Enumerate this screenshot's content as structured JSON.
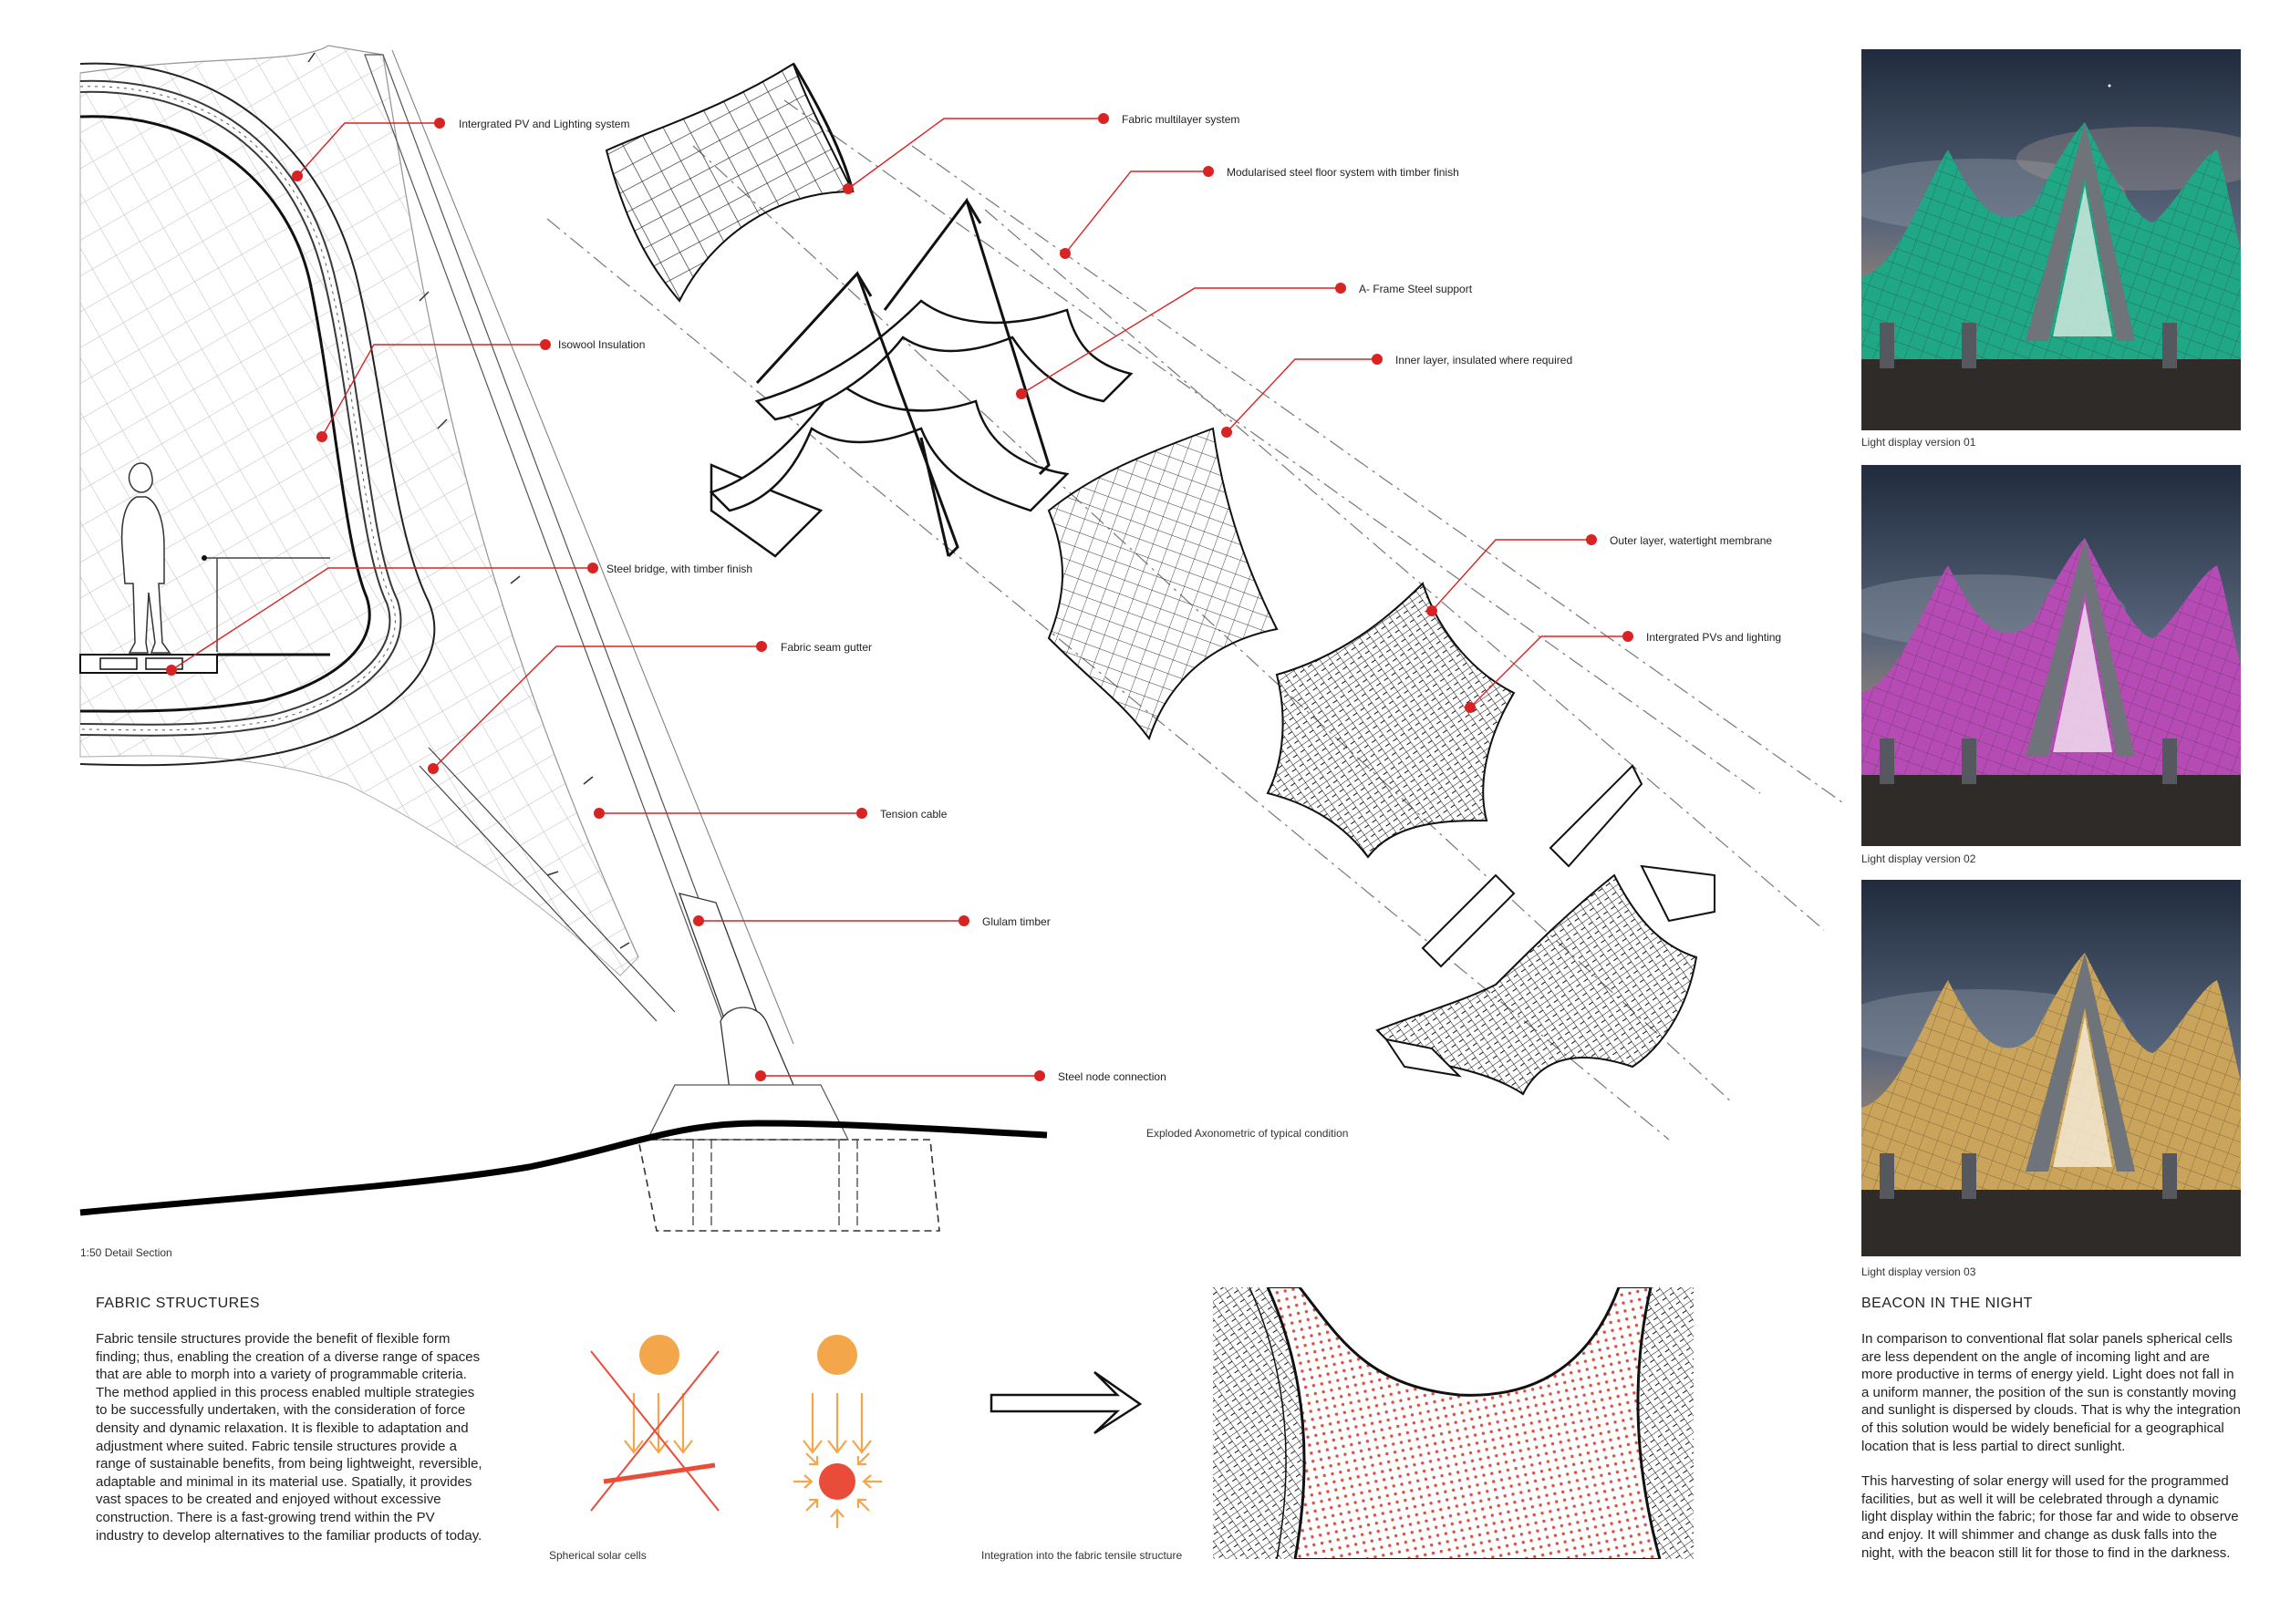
{
  "colors": {
    "accent_red": "#d92323",
    "sun_orange": "#f3a64a",
    "cell_red": "#ea4c3a",
    "light_v1": "#1fa786",
    "light_v2": "#b64bb5",
    "light_v3": "#c9a45a"
  },
  "section": {
    "scale_caption": "1:50 Detail Section",
    "callouts": [
      "Intergrated PV and Lighting system",
      "Isowool Insulation",
      "Steel bridge, with timber finish",
      "Fabric seam gutter",
      "Tension cable",
      "Glulam timber",
      "Steel node connection"
    ]
  },
  "axonometric": {
    "caption": "Exploded Axonometric of typical condition",
    "callouts": [
      "Fabric multilayer system",
      "Modularised steel floor system with timber finish",
      "A- Frame Steel support",
      "Inner layer, insulated where required",
      "Outer layer, watertight membrane",
      "Intergrated PVs and lighting"
    ]
  },
  "renders": [
    {
      "caption": "Light display version 01"
    },
    {
      "caption": "Light display version 02"
    },
    {
      "caption": "Light display version 03"
    }
  ],
  "fabric_structures": {
    "heading": "FABRIC STRUCTURES",
    "body": "Fabric tensile structures provide the benefit of flexible form finding; thus, enabling the creation of a diverse range of spaces that are able to morph into a variety of programmable criteria. The method applied in this process enabled multiple strategies to be successfully undertaken, with the consideration of force density and dynamic relaxation. It is flexible to adaptation and adjustment where suited. Fabric tensile structures provide a range of sustainable benefits, from being lightweight, reversible, adaptable and minimal in its material use. Spatially, it provides vast spaces to be created and enjoyed without excessive construction. There is a fast-growing trend within the PV industry to develop alternatives to the familiar products of today."
  },
  "diagrams": {
    "solar_caption": "Spherical solar cells",
    "integration_caption": "Integration into the fabric tensile structure"
  },
  "beacon": {
    "heading": "BEACON IN THE NIGHT",
    "para1": "In comparison to conventional flat solar panels spherical cells are less dependent on the angle of incoming light and are more productive in terms of energy yield. Light does not fall in a uniform manner, the position of the sun is constantly moving and sunlight is dispersed by clouds. That is why the integration of this solution would be widely beneficial for a geographical location that is less partial to direct sunlight.",
    "para2": "This harvesting of solar energy will used for the programmed facilities, but as well it will be celebrated through a dynamic light display within the fabric; for those far and wide to observe and enjoy. It will shimmer and change as dusk falls into the night, with the beacon still lit for those to find in the darkness."
  }
}
